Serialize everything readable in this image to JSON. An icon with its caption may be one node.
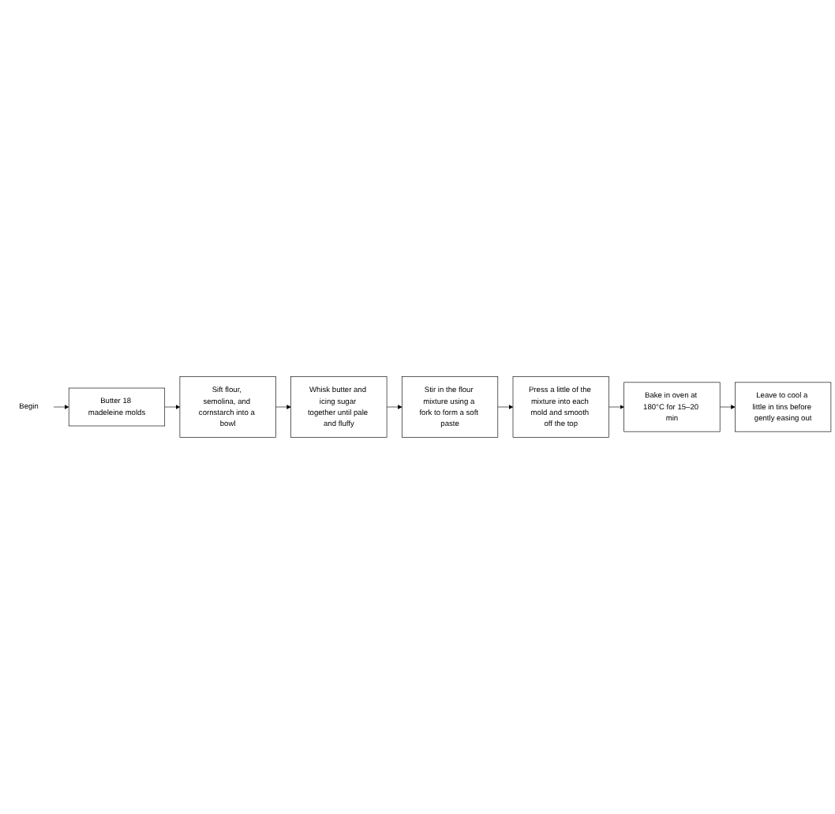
{
  "diagram": {
    "nodes": [
      {
        "text": [
          "Begin"
        ]
      },
      {
        "text": [
          "Butter 18 madeleine molds"
        ]
      },
      {
        "text": [
          "Sift flour, semolina, and cornstarch into a bowl"
        ]
      },
      {
        "text": [
          "Whisk butter and icing sugar together until pale and fluffy"
        ]
      },
      {
        "text": [
          "Stir in the flour mixture using a fork to form a soft paste"
        ]
      },
      {
        "text": [
          "Press a little of the mixture into each mold and smooth off the top"
        ]
      },
      {
        "text": [
          "Bake in oven at 180°C for 15–20 min"
        ]
      },
      {
        "text": [
          "Leave to cool a little in tins before gently easing out"
        ]
      }
    ],
    "edges": [
      {
        "from": 0,
        "to": 1,
        "arrow": "to"
      },
      {
        "from": 1,
        "to": 2,
        "arrow": "to"
      },
      {
        "from": 2,
        "to": 3,
        "arrow": "to"
      },
      {
        "from": 3,
        "to": 4,
        "arrow": "to"
      },
      {
        "from": 4,
        "to": 5,
        "arrow": "to"
      },
      {
        "from": 5,
        "to": 6,
        "arrow": "to"
      },
      {
        "from": 6,
        "to": 7,
        "arrow": "to"
      }
    ]
  }
}
